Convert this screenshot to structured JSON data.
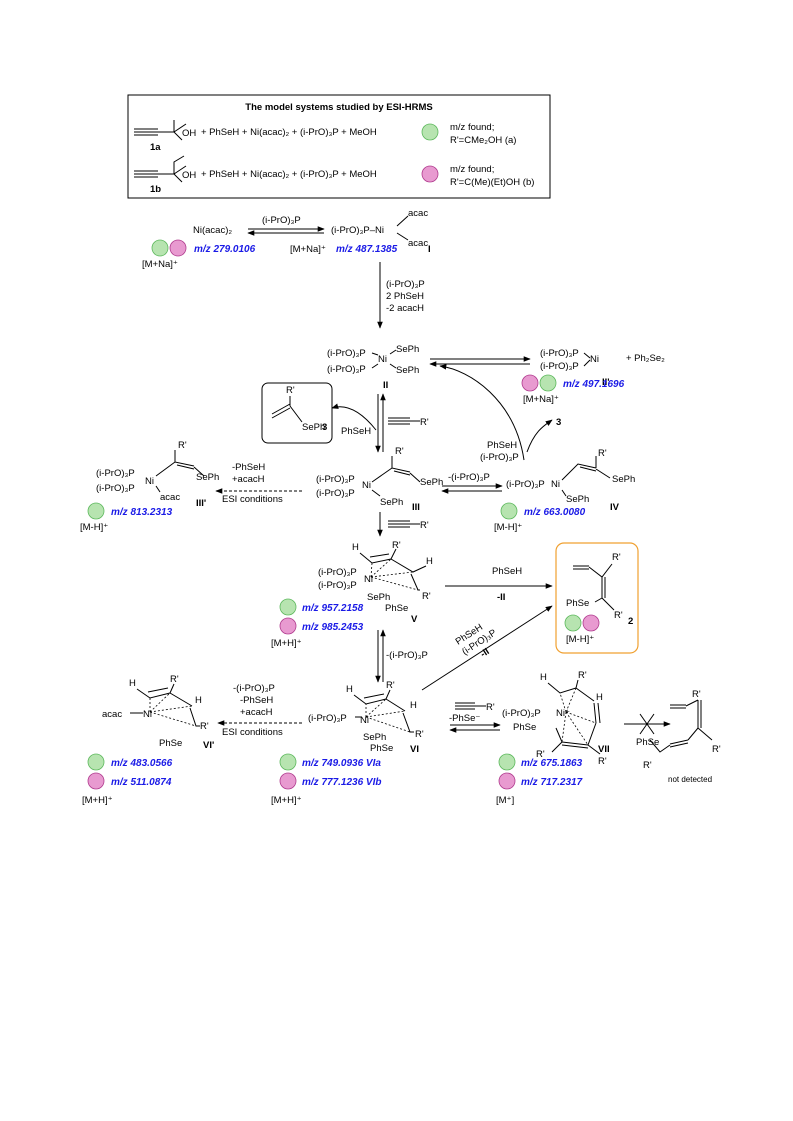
{
  "colors": {
    "green": "#b7e4b0",
    "green_stroke": "#5cb85c",
    "pink": "#e89ad0",
    "pink_stroke": "#b03a8e",
    "mz_blue": "#1a1ae6",
    "product_box": "#f0a030"
  },
  "legend": {
    "title": "The model systems studied by ESI-HRMS",
    "row_a": {
      "sub_label": "1a",
      "reagents": "+ PhSeH + Ni(acac)₂ + (i-PrO)₃P + MeOH",
      "found1": "m/z found;",
      "found2": "R'=CMe₂OH (a)"
    },
    "row_b": {
      "sub_label": "1b",
      "reagents": "+ PhSeH + Ni(acac)₂ + (i-PrO)₃P + MeOH",
      "found1": "m/z found;",
      "found2": "R'=C(Me)(Et)OH (b)"
    },
    "oh": "OH"
  },
  "species": {
    "niacac": "Ni(acac)₂",
    "niacac_ion": "[M+Na]⁺",
    "niacac_mz": "m/z 279.0106",
    "I_formula": "(i-PrO)₃P–Ni",
    "I_acac1": "acac",
    "I_acac2": "acac",
    "I_ion": "[M+Na]⁺",
    "I_mz": "m/z 487.1385",
    "I_label": "I",
    "II_label": "II",
    "IIp_label": "II'",
    "IIp_mz": "m/z 497.1696",
    "IIp_ion": "[M+Na]⁺",
    "ph2se2": "+ Ph₂Se₂",
    "III_label": "III",
    "IIIp_label": "III'",
    "IIIp_mz": "m/z 813.2313",
    "IIIp_ion": "[M-H]⁺",
    "IV_label": "IV",
    "IV_mz": "m/z 663.0080",
    "IV_ion": "[M-H]⁺",
    "V_label": "V",
    "V_mz_a": "m/z 957.2158",
    "V_mz_b": "m/z 985.2453",
    "V_ion": "[M+H]⁺",
    "VI_label": "VI",
    "VIa_mz": "m/z 749.0936 VIa",
    "VIb_mz": "m/z 777.1236 VIb",
    "VI_ion": "[M+H]⁺",
    "VIp_label": "VI'",
    "VIp_mz_a": "m/z 483.0566",
    "VIp_mz_b": "m/z 511.0874",
    "VIp_ion": "[M+H]⁺",
    "VII_label": "VII",
    "VII_mz_a": "m/z 675.1863",
    "VII_mz_b": "m/z 717.2317",
    "VII_ion": "[M⁺]",
    "prod2_label": "2",
    "prod2_ion": "[M-H]⁺",
    "prod3_label": "3",
    "not_detected": "not detected"
  },
  "conditions": {
    "c1": "(i-PrO)₃P",
    "c2_1": "(i-PrO)₃P",
    "c2_2": "2 PhSeH",
    "c2_3": "-2 acacH",
    "c_phseh": "PhSeH",
    "c_iii_left_1": "-PhSeH",
    "c_iii_left_2": "+acacH",
    "c_iii_left_3": "ESI conditions",
    "c_iii_right": "-(i-PrO)₃P",
    "c_iv_1": "PhSeH",
    "c_iv_2": "(i-PrO)₃P",
    "c_iv_3": "3",
    "c_v_1": "PhSeH",
    "c_v_2": "-II",
    "c_vi_up": "-(i-PrO)₃P",
    "c_vi_diag_1": "PhSeH",
    "c_vi_diag_2": "(i-PrO)₃P",
    "c_vi_diag_3": "-II",
    "c_vi_left_1": "-(i-PrO)₃P",
    "c_vi_left_2": "-PhSeH",
    "c_vi_left_3": "+acacH",
    "c_vi_left_4": "ESI conditions",
    "c_vii": "-PhSe⁻"
  },
  "atoms": {
    "p": "(i-PrO)₃P",
    "ni": "Ni",
    "seph": "SePh",
    "phse": "PhSe",
    "r": "R'",
    "h": "H",
    "acac": "acac",
    "ni_plus": "Ni⁺"
  }
}
